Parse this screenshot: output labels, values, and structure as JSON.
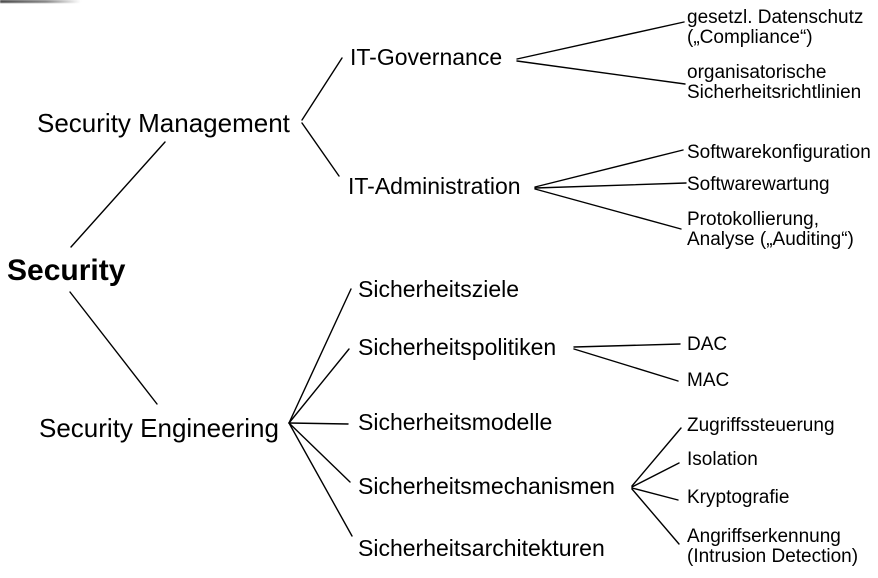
{
  "colors": {
    "background": "#ffffff",
    "line": "#000000",
    "text": "#000000"
  },
  "tree": {
    "root": {
      "label": "Security"
    },
    "branches": [
      {
        "label": "Security Management",
        "children": [
          {
            "label": "IT-Governance",
            "children": [
              {
                "label": "gesetzl. Datenschutz\n(„Compliance“)"
              },
              {
                "label": "organisatorische\nSicherheitsrichtlinien"
              }
            ]
          },
          {
            "label": "IT-Administration",
            "children": [
              {
                "label": "Softwarekonfiguration"
              },
              {
                "label": "Softwarewartung"
              },
              {
                "label": "Protokollierung,\nAnalyse („Auditing“)"
              }
            ]
          }
        ]
      },
      {
        "label": "Security Engineering",
        "children": [
          {
            "label": "Sicherheitsziele",
            "children": []
          },
          {
            "label": "Sicherheitspolitiken",
            "children": [
              {
                "label": "DAC"
              },
              {
                "label": "MAC"
              }
            ]
          },
          {
            "label": "Sicherheitsmodelle",
            "children": []
          },
          {
            "label": "Sicherheitsmechanismen",
            "children": [
              {
                "label": "Zugriffssteuerung"
              },
              {
                "label": "Isolation"
              },
              {
                "label": "Kryptografie"
              },
              {
                "label": "Angriffserkennung\n(Intrusion Detection)"
              }
            ]
          },
          {
            "label": "Sicherheitsarchitekturen",
            "children": []
          }
        ]
      }
    ]
  }
}
